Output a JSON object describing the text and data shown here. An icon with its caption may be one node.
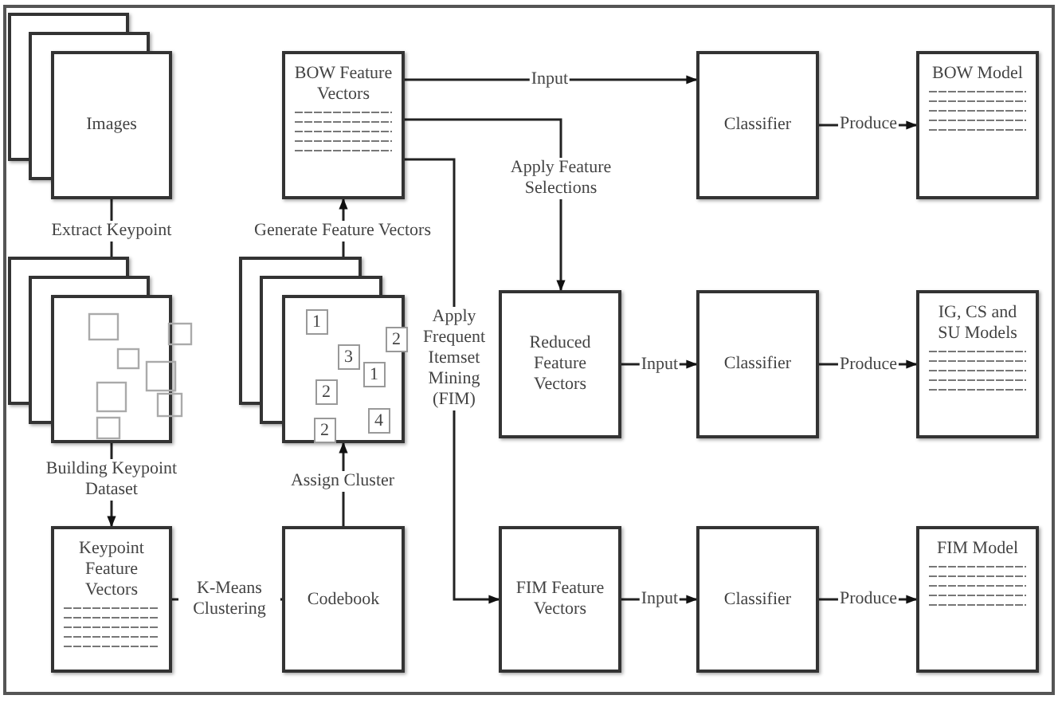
{
  "diagram": {
    "nodes": [
      {
        "text": [
          "Images"
        ]
      },
      {
        "text": [],
        "shape": "box"
      },
      {
        "text": [
          "Keypoint Feature Vectors"
        ]
      },
      {
        "text": [
          "Codebook"
        ]
      },
      {
        "text": [
          "1",
          "2",
          "3",
          "1",
          "2",
          "4",
          "2"
        ]
      },
      {
        "text": [
          "BOW Feature Vectors"
        ]
      },
      {
        "text": [
          "Reduced Feature Vectors"
        ]
      },
      {
        "text": [
          "FIM Feature Vectors"
        ]
      },
      {
        "text": [
          "Classifier"
        ]
      },
      {
        "text": [
          "Classifier"
        ]
      },
      {
        "text": [
          "Classifier"
        ]
      },
      {
        "text": [
          "BOW Model"
        ]
      },
      {
        "text": [
          "IG, CS and SU Models"
        ]
      },
      {
        "text": [
          "FIM Model"
        ]
      }
    ],
    "edges": [
      {
        "from": 0,
        "to": 1,
        "arrow": "to",
        "label": "Extract Keypoint"
      },
      {
        "from": 1,
        "to": 2,
        "arrow": "to",
        "label": "Building Keypoint Dataset"
      },
      {
        "from": 2,
        "to": 3,
        "arrow": "to",
        "label": "K-Means Clustering"
      },
      {
        "from": 3,
        "to": 4,
        "arrow": "to",
        "label": "Assign Cluster"
      },
      {
        "from": 4,
        "to": 5,
        "arrow": "to",
        "label": "Generate Feature Vectors"
      },
      {
        "from": 5,
        "to": 8,
        "arrow": "to",
        "label": "Input"
      },
      {
        "from": 5,
        "to": 6,
        "arrow": "to",
        "label": "Apply Feature Selections"
      },
      {
        "from": 5,
        "to": 7,
        "arrow": "to",
        "label": "Apply Frequent Itemset Mining (FIM)"
      },
      {
        "from": 6,
        "to": 9,
        "arrow": "to",
        "label": "Input"
      },
      {
        "from": 7,
        "to": 10,
        "arrow": "to",
        "label": "Input"
      },
      {
        "from": 8,
        "to": 11,
        "arrow": "to",
        "label": "Produce"
      },
      {
        "from": 9,
        "to": 12,
        "arrow": "to",
        "label": "Produce"
      },
      {
        "from": 10,
        "to": 13,
        "arrow": "to",
        "label": "Produce"
      }
    ]
  }
}
